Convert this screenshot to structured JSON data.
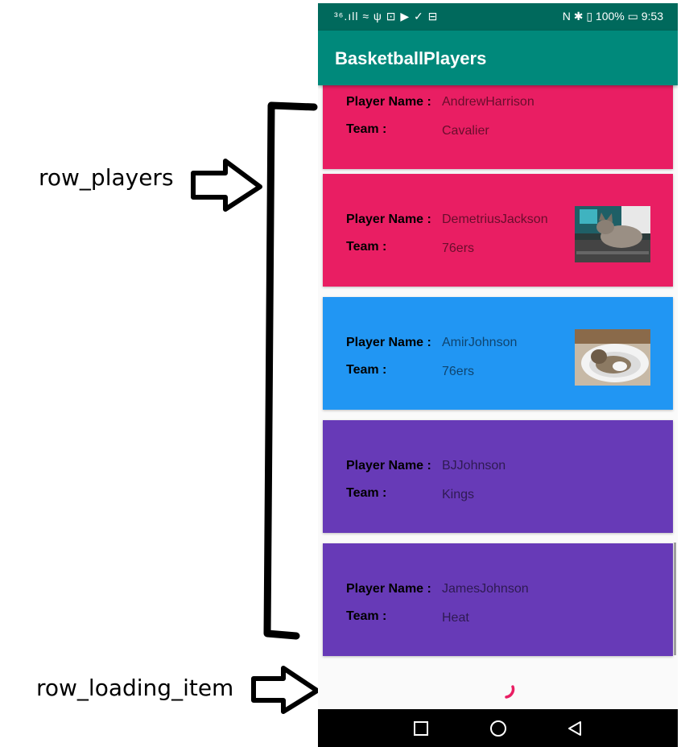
{
  "annotations": {
    "row_players_label": "row_players",
    "row_loading_label": "row_loading_item"
  },
  "statusbar": {
    "left_icons": "³⁶.ıll ≈ ψ ⊡ ▶ ✓ ⊟",
    "right_text": "N ✱ ▯ 100% ▭ 9:53"
  },
  "appbar": {
    "title": "BasketballPlayers"
  },
  "list": {
    "name_label": "Player Name :",
    "team_label": "Team :",
    "players": [
      {
        "name": "AndrewHarrison",
        "team": "Cavalier",
        "color": "#e91e63",
        "photo": "none"
      },
      {
        "name": "DemetriusJackson",
        "team": "76ers",
        "color": "#e91e63",
        "photo": "cat-on-keyboard"
      },
      {
        "name": "AmirJohnson",
        "team": "76ers",
        "color": "#2196f3",
        "photo": "cat-in-sink"
      },
      {
        "name": "BJJohnson",
        "team": "Kings",
        "color": "#673ab7",
        "photo": "none"
      },
      {
        "name": "JamesJohnson",
        "team": "Heat",
        "color": "#673ab7",
        "photo": "none"
      }
    ]
  },
  "colors": {
    "status_bar": "#00695c",
    "app_bar": "#00897b",
    "spinner": "#e91e63"
  }
}
